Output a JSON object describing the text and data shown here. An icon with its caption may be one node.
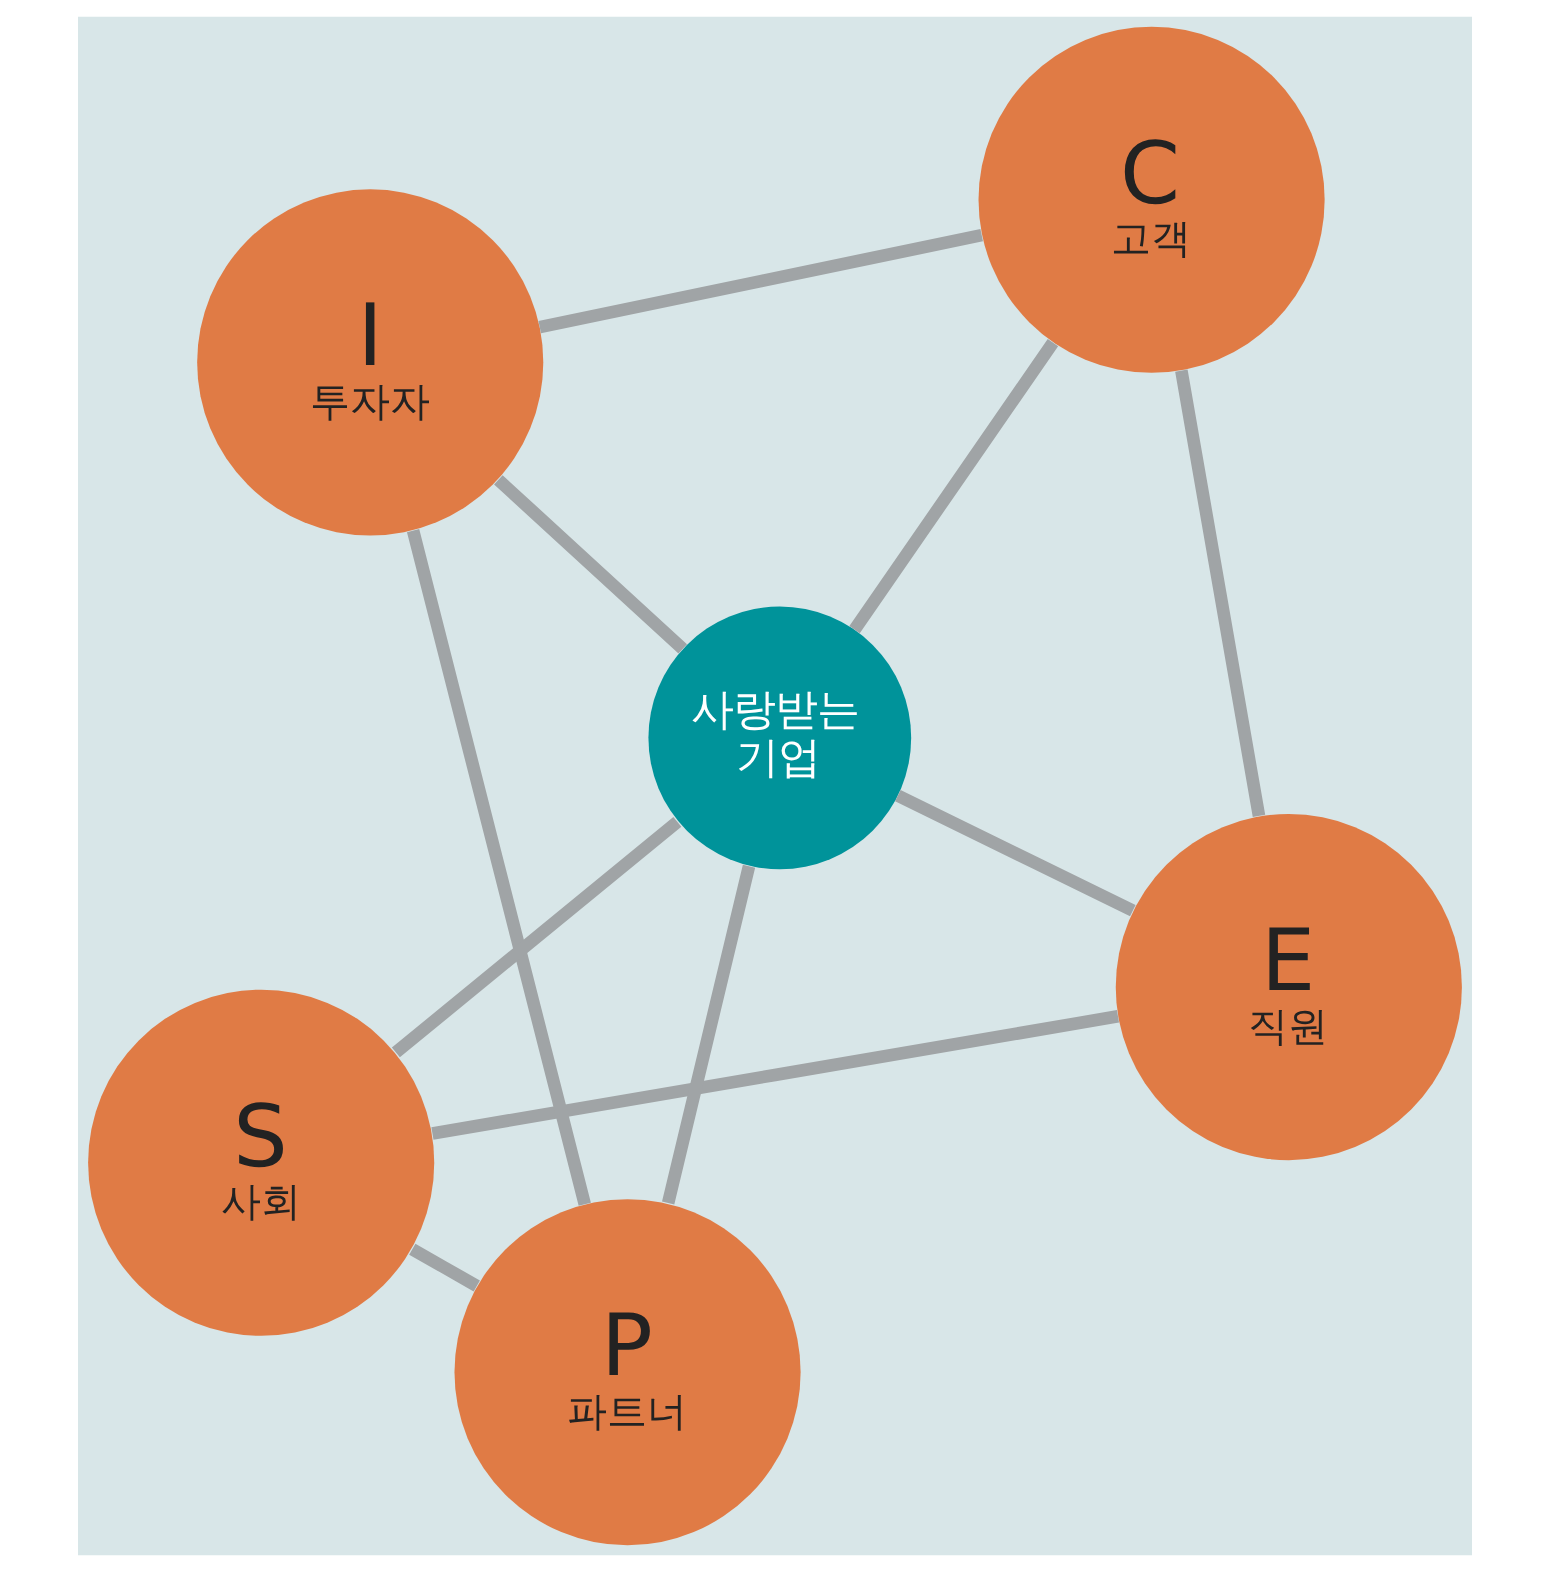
{
  "diagram": {
    "nodes": [
      {
        "text": [
          "S",
          "사회"
        ]
      },
      {
        "text": [
          "E",
          "직원"
        ]
      },
      {
        "text": [
          "P",
          "파트너"
        ]
      },
      {
        "text": [
          "사랑받는 기업"
        ]
      },
      {
        "text": [
          "C",
          "고객"
        ]
      },
      {
        "text": [
          "I",
          "투자자"
        ]
      }
    ],
    "edges": [
      {
        "from": 0,
        "to": 2,
        "arrow": "none"
      },
      {
        "from": 2,
        "to": 5,
        "arrow": "none"
      },
      {
        "from": 5,
        "to": 4,
        "arrow": "none"
      },
      {
        "from": 4,
        "to": 1,
        "arrow": "none"
      },
      {
        "from": 1,
        "to": 0,
        "arrow": "none"
      },
      {
        "from": 3,
        "to": 0,
        "arrow": "none"
      },
      {
        "from": 3,
        "to": 2,
        "arrow": "none"
      },
      {
        "from": 3,
        "to": 5,
        "arrow": "none"
      },
      {
        "from": 3,
        "to": 4,
        "arrow": "none"
      },
      {
        "from": 3,
        "to": 1,
        "arrow": "none"
      }
    ]
  }
}
